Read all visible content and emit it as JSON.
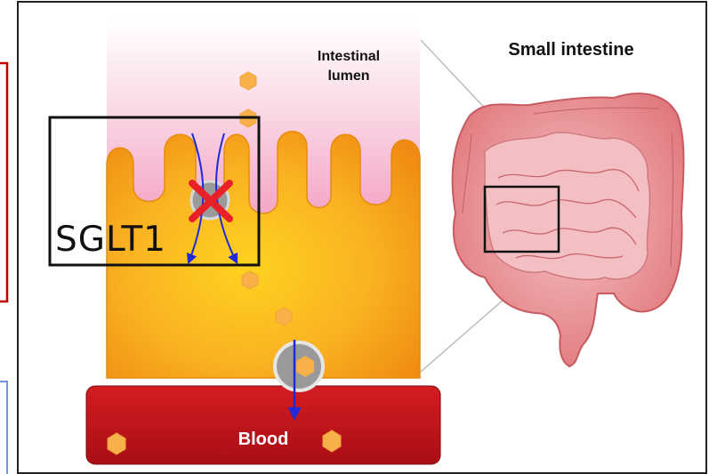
{
  "labels": {
    "intestinal_lumen": [
      "Intestinal",
      "lumen"
    ],
    "small_intestine": "Small intestine",
    "sglt1": "SGLT1",
    "blood": "Blood"
  },
  "colors": {
    "lumen_pink": "#f7b6cf",
    "tissue_orange": "#f6a21c",
    "blood_red": "#c4161c",
    "glucose_hex": "#f7b04a",
    "arrow_blue": "#1f2bd6",
    "inhibit_red": "#e8202a",
    "frame_red": "#c00000",
    "frame_blue": "#4a6fd6"
  },
  "icons": [
    "glucose-hexagon-icon",
    "transporter-icon",
    "inhibition-x-icon",
    "intestine-organ-icon"
  ]
}
